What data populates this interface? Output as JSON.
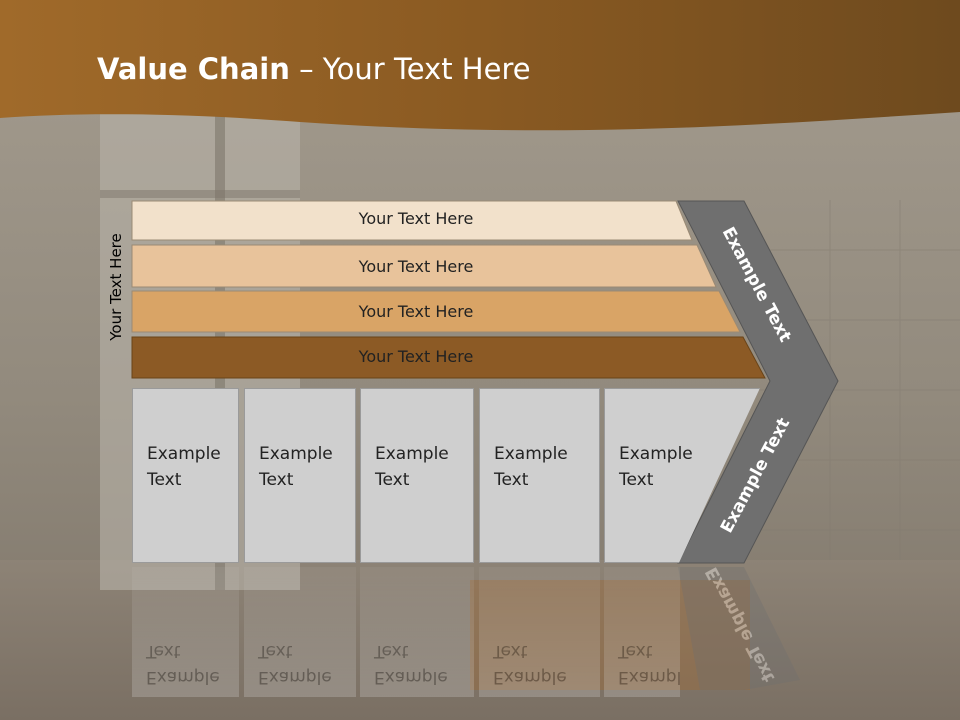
{
  "title": {
    "bold": "Value Chain",
    "rest": " – Your Text Here"
  },
  "side_label": "Your Text Here",
  "bands": [
    {
      "label": "Your Text Here",
      "color": "#f2e1cb"
    },
    {
      "label": "Your Text Here",
      "color": "#e8c39b"
    },
    {
      "label": "Your Text Here",
      "color": "#d9a466"
    },
    {
      "label": "Your Text Here",
      "color": "#8c5a25"
    }
  ],
  "chevron_top_label": "Example Text",
  "chevron_bottom_label": "Example Text",
  "cards": [
    {
      "line1": "Example",
      "line2": "Text"
    },
    {
      "line1": "Example",
      "line2": "Text"
    },
    {
      "line1": "Example",
      "line2": "Text"
    },
    {
      "line1": "Example",
      "line2": "Text"
    },
    {
      "line1": "Example",
      "line2": "Text"
    }
  ],
  "colors": {
    "header": "#8a5a22",
    "chevron": "#707070",
    "card": "#cfcfcf"
  }
}
